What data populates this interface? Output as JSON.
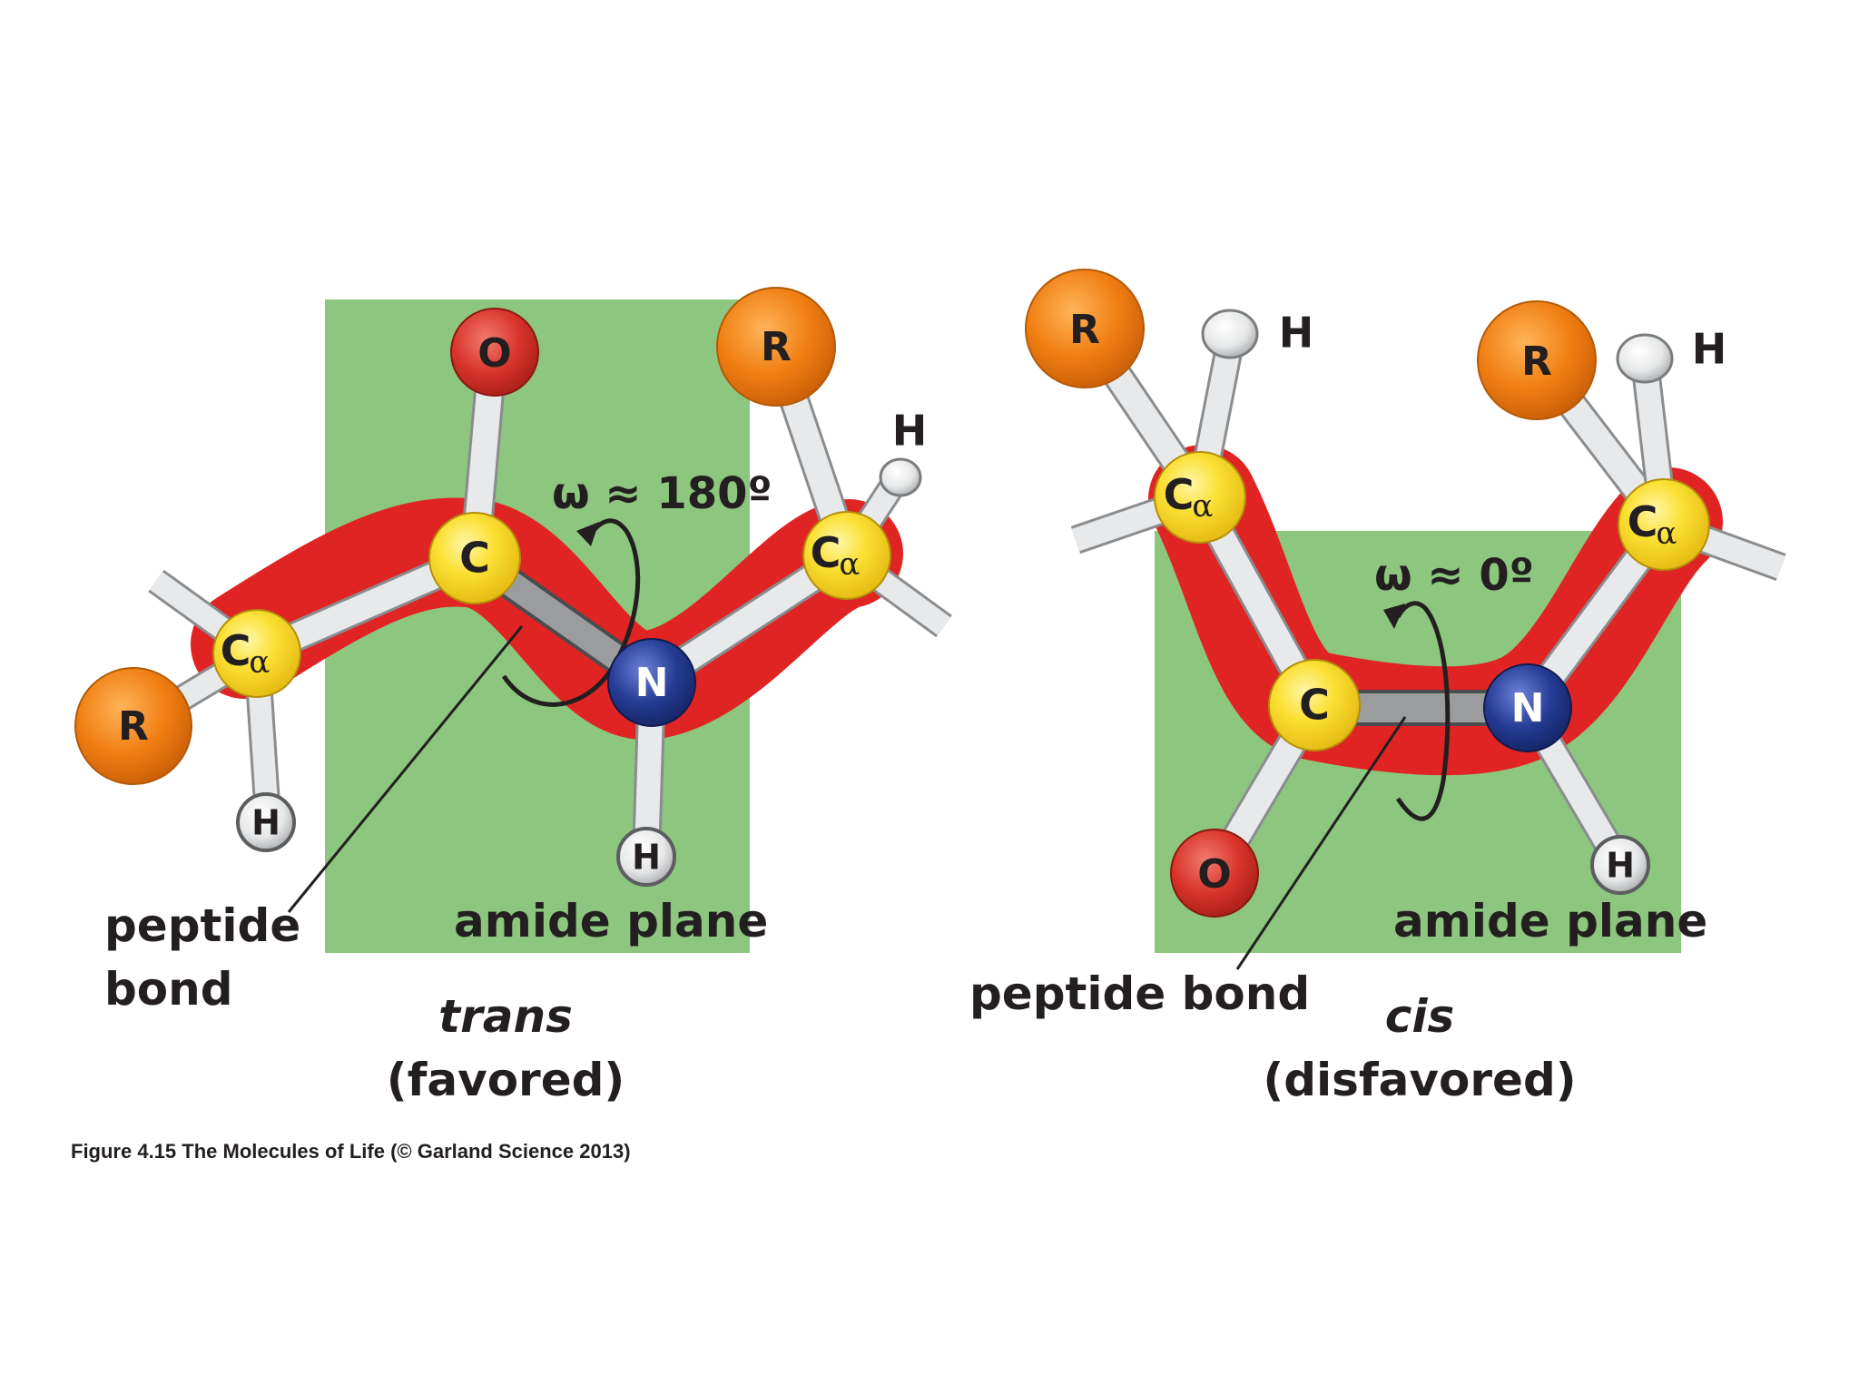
{
  "colors": {
    "plane": "#8dc67e",
    "highlight": "#e02424",
    "bond": "#dfe1e2",
    "bond_edge": "#8a8c8e",
    "peptide_bond": "#9a9c9e",
    "carbon_alpha": "#fbe033",
    "oxygen": "#d9342b",
    "nitrogen": "#253b94",
    "r_group": "#f07f12",
    "hydrogen": "#e6e7e8",
    "text": "#231f20"
  },
  "labels": {
    "atom_o": "O",
    "atom_c": "C",
    "atom_n": "N",
    "atom_h": "H",
    "atom_r": "R",
    "atom_ca_main": "C",
    "atom_ca_sub": "α"
  },
  "trans": {
    "omega": "ω ≈ 180º",
    "plane_label": "amide plane",
    "bond_label_line1": "peptide",
    "bond_label_line2": "bond",
    "name": "trans",
    "status": "(favored)"
  },
  "cis": {
    "omega": "ω ≈ 0º",
    "plane_label": "amide plane",
    "bond_label": "peptide bond",
    "name": "cis",
    "status": "(disfavored)"
  },
  "figure_caption": "Figure 4.15  The Molecules of Life (© Garland Science 2013)"
}
